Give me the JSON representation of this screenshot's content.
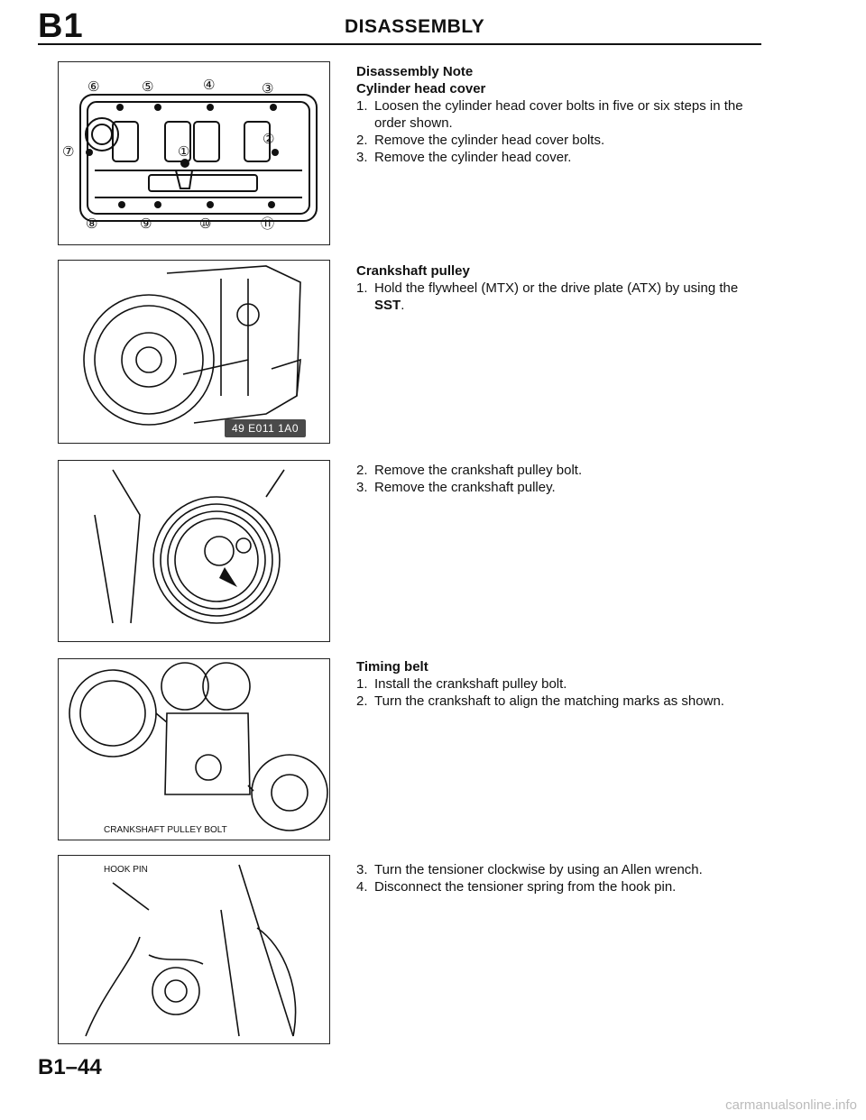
{
  "header": {
    "section_code": "B1",
    "title": "DISASSEMBLY"
  },
  "footer": {
    "page_number": "B1–44"
  },
  "watermark": "carmanualsonline.info",
  "figures": {
    "fig1": {
      "callouts": [
        "⑥",
        "⑤",
        "④",
        "③",
        "②",
        "①",
        "⑦",
        "⑧",
        "⑨",
        "⑩",
        "⑪"
      ]
    },
    "fig2": {
      "part_number": "49 E011 1A0"
    },
    "fig4": {
      "label": "CRANKSHAFT PULLEY BOLT"
    },
    "fig5": {
      "label": "HOOK PIN"
    }
  },
  "sections": {
    "cover": {
      "note_heading": "Disassembly Note",
      "heading": "Cylinder head cover",
      "steps": [
        {
          "num": "1.",
          "text": "Loosen the cylinder head cover bolts in five or six steps in the order shown."
        },
        {
          "num": "2.",
          "text": "Remove the cylinder head cover bolts."
        },
        {
          "num": "3.",
          "text": "Remove the cylinder head cover."
        }
      ]
    },
    "pulley": {
      "heading": "Crankshaft pulley",
      "step1_num": "1.",
      "step1_text": "Hold the flywheel (MTX) or the drive plate (ATX) by using the",
      "step1_tool": "SST",
      "step1_end": "."
    },
    "pulley_remove": {
      "steps": [
        {
          "num": "2.",
          "text": "Remove the crankshaft pulley bolt."
        },
        {
          "num": "3.",
          "text": "Remove the crankshaft pulley."
        }
      ]
    },
    "belt": {
      "heading": "Timing belt",
      "steps": [
        {
          "num": "1.",
          "text": "Install the crankshaft pulley bolt."
        },
        {
          "num": "2.",
          "text": "Turn the crankshaft to align the matching marks as shown."
        }
      ]
    },
    "tensioner": {
      "steps": [
        {
          "num": "3.",
          "text": "Turn the tensioner clockwise by using an Allen wrench."
        },
        {
          "num": "4.",
          "text": "Disconnect the tensioner spring from the hook pin."
        }
      ]
    }
  }
}
